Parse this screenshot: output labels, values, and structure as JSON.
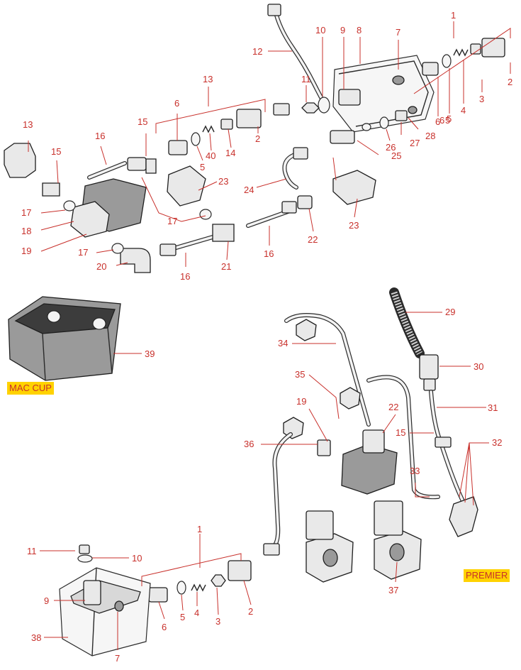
{
  "diagram": {
    "section_tags": {
      "mac_cup": "MAC CUP",
      "premier": "PREMIER"
    },
    "callouts": {
      "upper": [
        "1",
        "2",
        "3",
        "4",
        "5",
        "6",
        "7",
        "8",
        "9",
        "10",
        "11",
        "12",
        "13",
        "2",
        "14",
        "40",
        "5",
        "6",
        "15",
        "16",
        "13",
        "15",
        "23",
        "24",
        "25",
        "26",
        "27",
        "28",
        "6",
        "5",
        "17",
        "18",
        "19",
        "17",
        "20",
        "16",
        "21",
        "16",
        "22",
        "23",
        "17"
      ],
      "cup": [
        "39"
      ],
      "lower": [
        "29",
        "34",
        "30",
        "35",
        "22",
        "31",
        "19",
        "15",
        "36",
        "32",
        "33",
        "37",
        "1",
        "11",
        "10",
        "9",
        "38",
        "7",
        "6",
        "5",
        "4",
        "3",
        "2"
      ]
    },
    "colors": {
      "callout": "#c8302b",
      "tag_background": "#ffd200",
      "line_art": "#1e1e1e"
    }
  }
}
